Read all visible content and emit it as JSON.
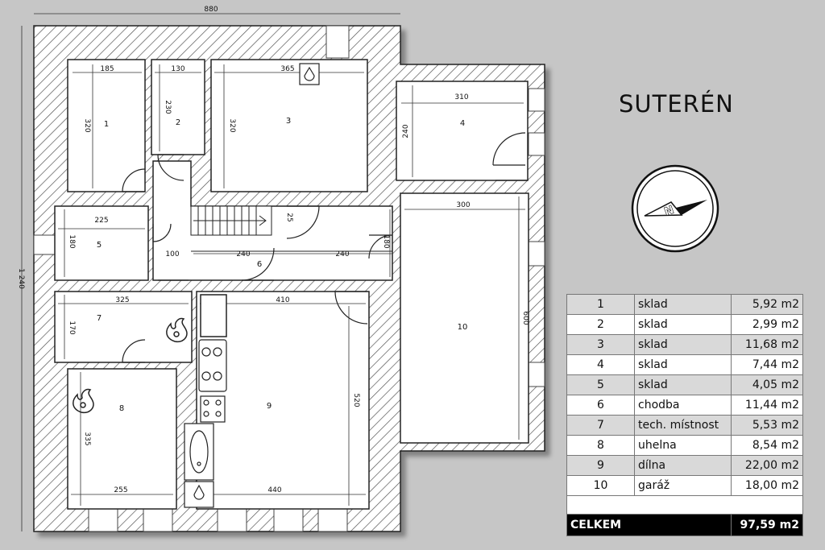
{
  "title": "SUTERÉN",
  "dimensions": {
    "overall_width": "880",
    "overall_height": "1 240",
    "d185": "185",
    "d130": "130",
    "d365": "365",
    "d310": "310",
    "d320a": "320",
    "d230": "230",
    "d320b": "320",
    "d240a": "240",
    "d225": "225",
    "d180a": "180",
    "d300": "300",
    "d100": "100",
    "d240b": "240",
    "d240c": "240",
    "d25": "25",
    "d180b": "180",
    "d325": "325",
    "d410": "410",
    "d170": "170",
    "d600": "600",
    "d520": "520",
    "d335": "335",
    "d255": "255",
    "d440": "440"
  },
  "room_numbers": {
    "r1": "1",
    "r2": "2",
    "r3": "3",
    "r4": "4",
    "r5": "5",
    "r6": "6",
    "r7": "7",
    "r8": "8",
    "r9": "9",
    "r10": "10"
  },
  "icons": [
    "north-arrow-icon",
    "drain-icon",
    "fire-icon",
    "stove-icon",
    "sink-icon"
  ],
  "rooms_table": [
    {
      "num": "1",
      "name": "sklad",
      "area": "5,92 m2"
    },
    {
      "num": "2",
      "name": "sklad",
      "area": "2,99 m2"
    },
    {
      "num": "3",
      "name": "sklad",
      "area": "11,68 m2"
    },
    {
      "num": "4",
      "name": "sklad",
      "area": "7,44 m2"
    },
    {
      "num": "5",
      "name": "sklad",
      "area": "4,05 m2"
    },
    {
      "num": "6",
      "name": "chodba",
      "area": "11,44 m2"
    },
    {
      "num": "7",
      "name": "tech. místnost",
      "area": "5,53 m2"
    },
    {
      "num": "8",
      "name": "uhelna",
      "area": "8,54 m2"
    },
    {
      "num": "9",
      "name": "dílna",
      "area": "22,00 m2"
    },
    {
      "num": "10",
      "name": "garáž",
      "area": "18,00 m2"
    }
  ],
  "total": {
    "label": "CELKEM",
    "area": "97,59 m2"
  }
}
